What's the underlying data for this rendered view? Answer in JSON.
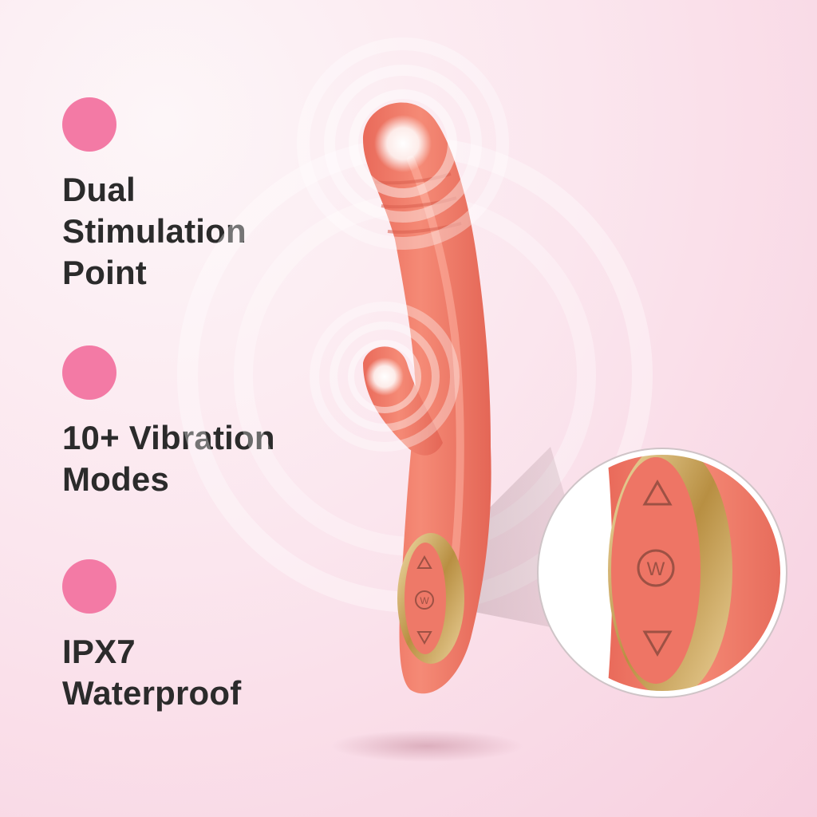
{
  "colors": {
    "accent_dot": "#f37aa5",
    "product_coral": "#f07c6b",
    "gold_trim": "#d6b46a",
    "text": "#2b2b2b"
  },
  "features": [
    {
      "lines": [
        "Dual",
        "Stimulation",
        "Point"
      ]
    },
    {
      "lines": [
        "10+ Vibration",
        "Modes"
      ]
    },
    {
      "lines": [
        "IPX7",
        "Waterproof"
      ]
    }
  ],
  "control_panel": {
    "center_button_glyph": "W",
    "up_icon": "triangle-up-icon",
    "down_icon": "triangle-down-icon"
  }
}
